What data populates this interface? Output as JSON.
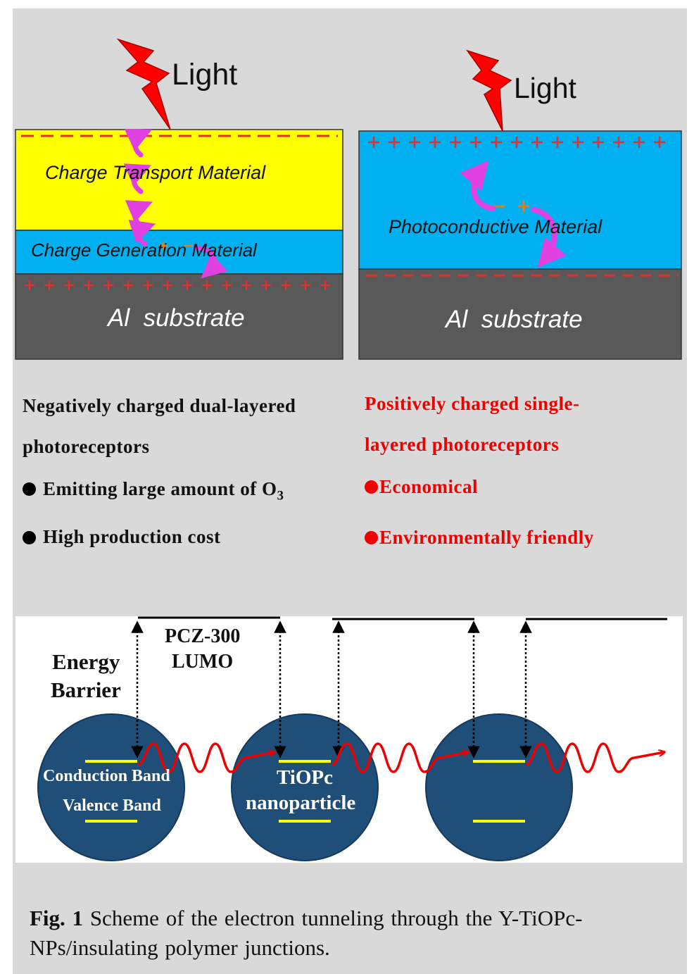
{
  "left_panel": {
    "light_label": "Light",
    "layer_transport": "Charge Transport Material",
    "layer_generation": "Charge Generation Material",
    "substrate": "Al  substrate",
    "title_line1": "Negatively charged dual-layered",
    "title_line2": "photoreceptors",
    "bullet1_text": "Emitting large amount of O",
    "bullet1_sub": "3",
    "bullet2_text": "High production cost"
  },
  "right_panel": {
    "light_label": "Light",
    "layer_photoconductive": "Photoconductive Material",
    "substrate": "Al  substrate",
    "title_line1": "Positively charged single-",
    "title_line2": "layered photoreceptors",
    "bullet1_text": "Economical",
    "bullet2_text": "Environmentally friendly"
  },
  "energy_diagram": {
    "energy_barrier_line1": "Energy",
    "energy_barrier_line2": "Barrier",
    "pcz_line1": "PCZ-300",
    "pcz_line2": "LUMO",
    "conduction_band": "Conduction Band",
    "valence_band": "Valence Band",
    "tiopc_line1": "TiOPc",
    "tiopc_line2": "nanoparticle"
  },
  "caption": {
    "label": "Fig. 1",
    "text": " Scheme of the electron tunneling through the Y-TiOPc-NPs/insulating polymer junctions."
  },
  "colors": {
    "background": "#d9d9d9",
    "transport_layer": "#ffff00",
    "generation_layer": "#00b0f0",
    "substrate": "#595959",
    "charge_sign": "#e03030",
    "arrow": "#e040e0",
    "nanoparticle": "#1f4e79",
    "band_level": "#ffff00",
    "wave": "#ee0000",
    "light_bolt": "#ff0000"
  }
}
